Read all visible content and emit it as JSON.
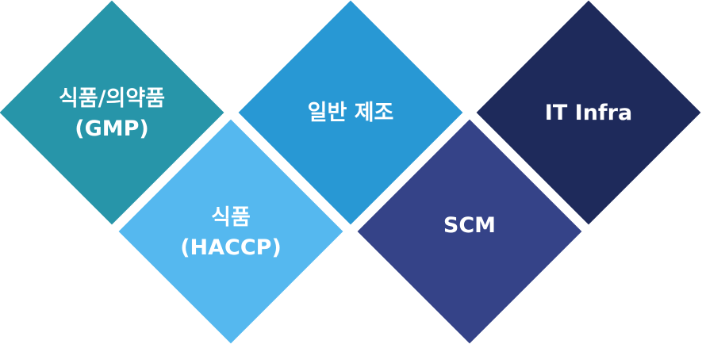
{
  "tiles": [
    {
      "label": "식품/의약품\n(GMP)",
      "color": "#2795a9"
    },
    {
      "label": "식품\n(HACCP)",
      "color": "#55b8ef"
    },
    {
      "label": "일반 제조",
      "color": "#2898d4"
    },
    {
      "label": "SCM",
      "color": "#354388"
    },
    {
      "label": "IT Infra",
      "color": "#1e2a5b"
    }
  ]
}
